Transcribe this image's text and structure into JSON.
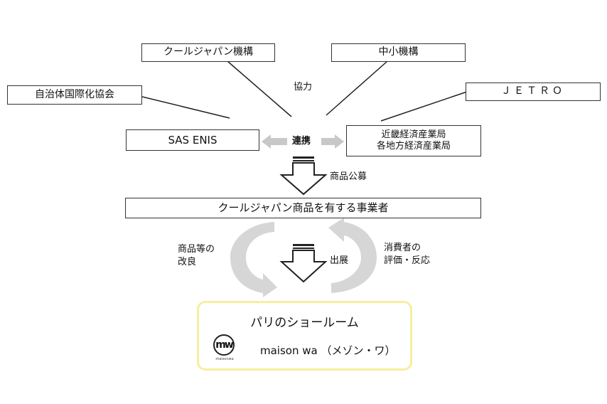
{
  "nodes": {
    "cool_japan": "クールジャパン機構",
    "smrj": "中小機構",
    "clair": "自治体国際化協会",
    "jetro": "ＪＥＴＲＯ",
    "sas_enis": "SAS ENIS",
    "meti_line1": "近畿経済産業局",
    "meti_line2": "各地方経済産業局",
    "businesses": "クールジャパン商品を有する事業者"
  },
  "labels": {
    "cooperation": "協力",
    "partnership": "連携",
    "product_call": "商品公募",
    "exhibit": "出展",
    "improve_line1": "商品等の",
    "improve_line2": "改良",
    "feedback_line1": "消費者の",
    "feedback_line2": "評価・反応"
  },
  "showroom": {
    "title": "パリのショールーム",
    "name": "maison wa （メゾン・ワ）",
    "logo_text": "mw",
    "logo_subtext": "maisonwa"
  },
  "colors": {
    "line": "#222222",
    "gray_arrow": "#c8c8c8",
    "highlight_border": "#f5efa0"
  }
}
